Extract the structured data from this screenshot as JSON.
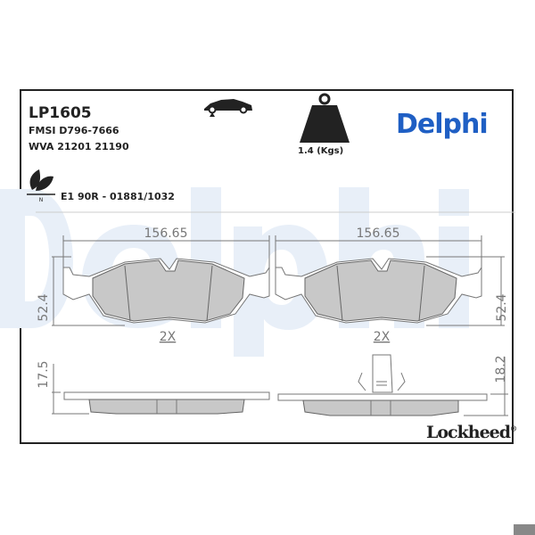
{
  "product": {
    "part_number": "LP1605",
    "fmsi": "FMSI D796-7666",
    "wva": "WVA 21201 21190",
    "approval": "E1 90R - 01881/1032",
    "weight": "1.4 (Kgs)",
    "eco_mark": "N"
  },
  "brand": {
    "name": "Delphi",
    "color": "#1f5fc4",
    "watermark": "Delphi",
    "watermark_color": "#e6eef8"
  },
  "sub_brand": {
    "name": "Lockheed",
    "mark": "®"
  },
  "dimensions": {
    "width": "156.65",
    "height": "52.4",
    "thickness_left": "17.5",
    "thickness_right": "18.2",
    "quantity": "2X"
  },
  "icons": [
    "car-lift-icon",
    "weight-icon",
    "leaf-eco-icon"
  ]
}
